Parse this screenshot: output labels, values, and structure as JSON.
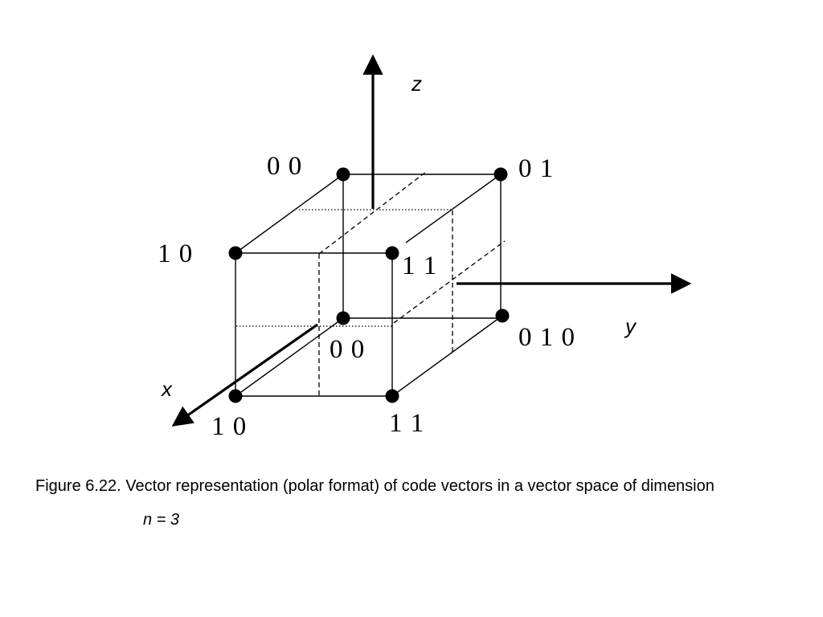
{
  "diagram": {
    "axes": {
      "x": "x",
      "y": "y",
      "z": "z"
    },
    "vertex_labels": {
      "back_top_left": "0 0",
      "back_top_right": "0 1",
      "front_top_left": "1 0",
      "front_top_right": "1 1",
      "back_bottom_left": "0 0",
      "back_bottom_right": "0 1 0",
      "front_bottom_left": "1 0",
      "front_bottom_right": "1 1"
    }
  },
  "caption": {
    "text": "Figure 6.22. Vector representation (polar format) of code vectors in a vector space of dimension",
    "dimension": "n = 3"
  }
}
